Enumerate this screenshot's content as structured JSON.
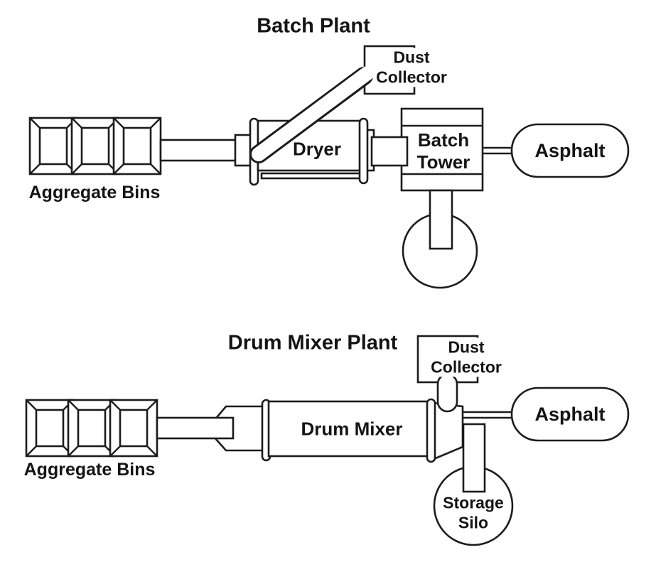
{
  "colors": {
    "background": "#ffffff",
    "line": "#1c1c1c",
    "text": "#141414"
  },
  "batch_plant": {
    "title": "Batch Plant",
    "aggregate_bins_label": "Aggregate Bins",
    "dryer_label": "Dryer",
    "dust_collector_line1": "Dust",
    "dust_collector_line2": "Collector",
    "batch_tower_line1": "Batch",
    "batch_tower_line2": "Tower",
    "asphalt_label": "Asphalt"
  },
  "drum_plant": {
    "title": "Drum Mixer Plant",
    "aggregate_bins_label": "Aggregate Bins",
    "drum_mixer_label": "Drum Mixer",
    "dust_collector_line1": "Dust",
    "dust_collector_line2": "Collector",
    "asphalt_label": "Asphalt",
    "storage_silo_line1": "Storage",
    "storage_silo_line2": "Silo"
  }
}
